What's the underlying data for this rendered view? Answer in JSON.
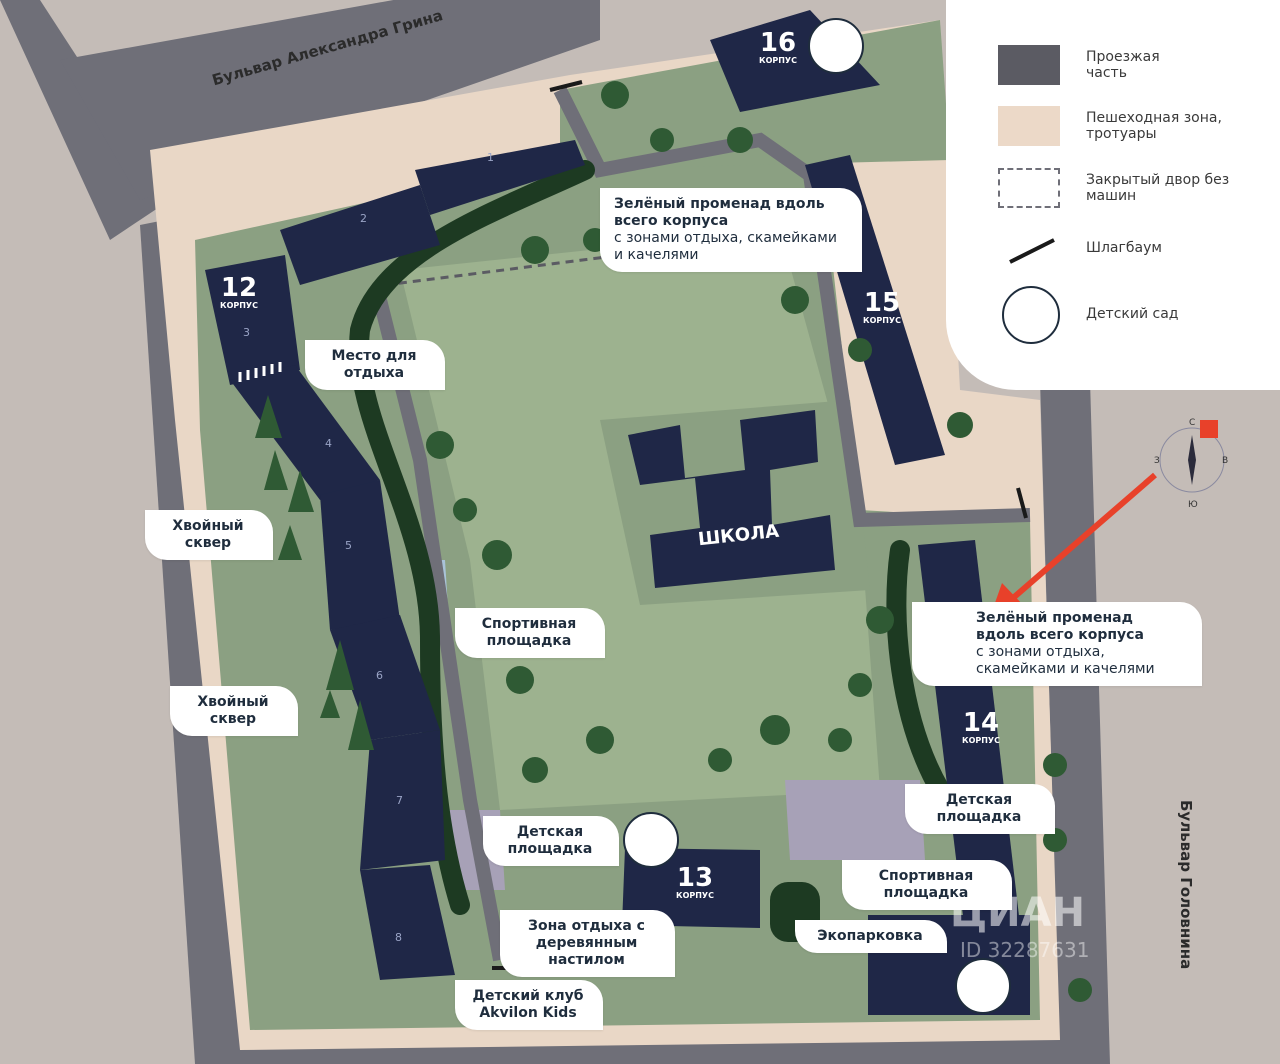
{
  "streets": {
    "north": "Бульвар Александра Грина",
    "east": "Бульвар Головнина"
  },
  "buildings": {
    "b12": {
      "number": "12",
      "caption": "КОРПУС"
    },
    "b13": {
      "number": "13",
      "caption": "КОРПУС"
    },
    "b14": {
      "number": "14",
      "caption": "КОРПУС"
    },
    "b15": {
      "number": "15",
      "caption": "КОРПУС"
    },
    "b16": {
      "number": "16",
      "caption": "КОРПУС"
    },
    "school": "ШКОЛА"
  },
  "sections": [
    "1",
    "2",
    "3",
    "4",
    "5",
    "6",
    "7",
    "8"
  ],
  "labels": {
    "promenade_top": {
      "title": "Зелёный променад вдоль всего корпуса",
      "sub": "с зонами отдыха, скамейками и качелями"
    },
    "promenade_right": {
      "title": "Зелёный променад вдоль всего корпуса",
      "sub": "с зонами отдыха, скамейками и качелями"
    },
    "rest_place": "Место для отдыха",
    "conifer_1": "Хвойный сквер",
    "conifer_2": "Хвойный сквер",
    "sport_1": "Спортивная площадка",
    "sport_2": "Спортивная площадка",
    "kids_1": "Детская площадка",
    "kids_2": "Детская площадка",
    "rest_zone": "Зона отдыха с деревянным настилом",
    "kids_club": "Детский клуб Akvilon Kids",
    "eco_parking": "Экопарковка"
  },
  "legend": {
    "items": [
      {
        "text": "Проезжая часть",
        "color": "#5b5b63"
      },
      {
        "text": "Пешеходная зона, тротуары",
        "color": "#ecd9c8"
      },
      {
        "text": "Закрытый двор без машин",
        "color": "#ffffff"
      },
      {
        "text": "Шлагбаум",
        "color": "#1f1f1f"
      },
      {
        "text": "Детский сад",
        "color": "#1f2d3d"
      }
    ]
  },
  "compass": {
    "n": "С",
    "s": "Ю",
    "e": "В",
    "w": "З"
  },
  "watermark": {
    "brand": "ЦИАН",
    "id": "ID 32287631"
  },
  "colors": {
    "road": "#6f6f78",
    "background": "#c4bcb7",
    "pedestrian": "#e9d7c6",
    "lawn": "#8ba082",
    "lawn_light": "#9db28f",
    "building": "#1f2747",
    "promenade": "#1d3a22",
    "arrow": "#e8412a"
  }
}
